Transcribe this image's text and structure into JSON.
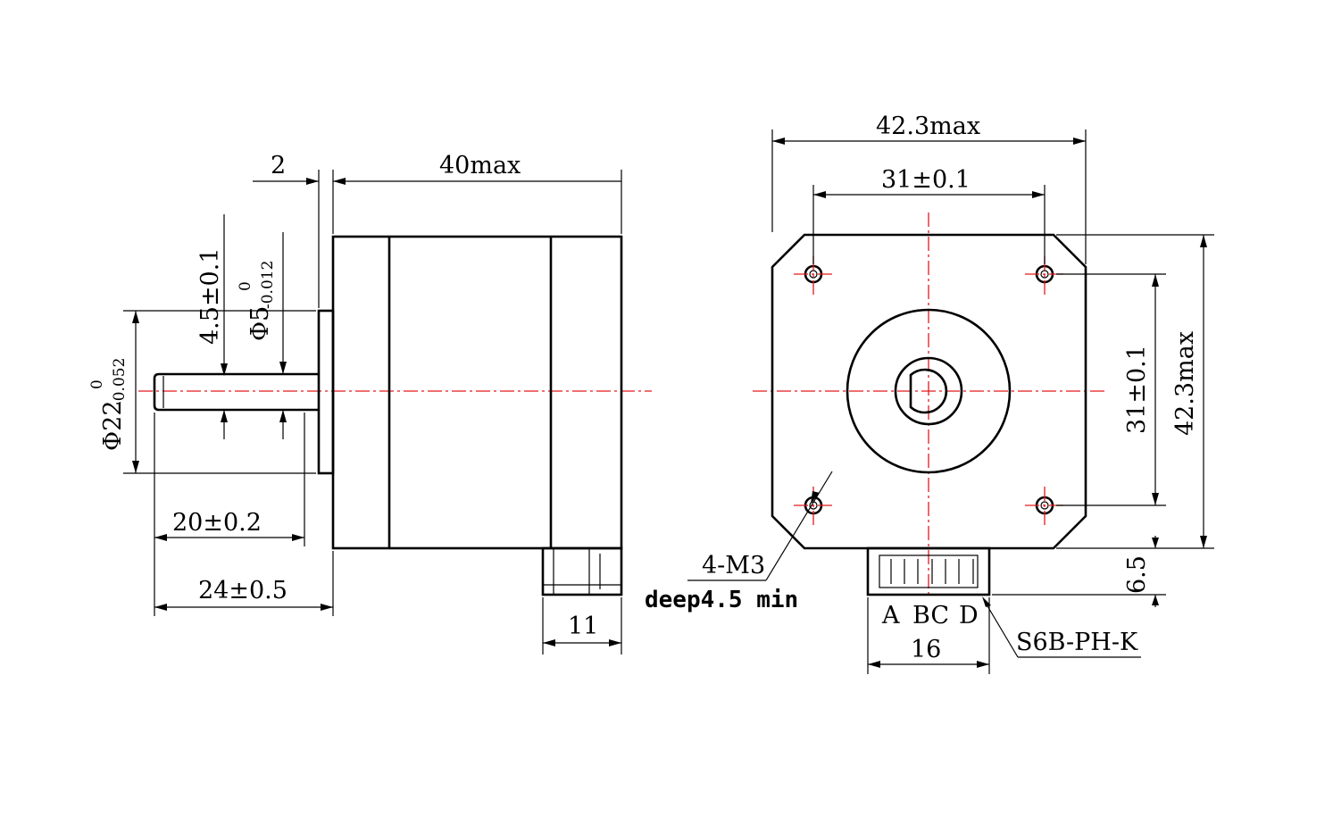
{
  "side_view": {
    "flange_thickness": "2",
    "body_length": "40max",
    "flat_depth": "4.5±0.1",
    "shaft_dia": "Φ5",
    "shaft_dia_upper_tol": "0",
    "shaft_dia_lower_tol": "-0.012",
    "boss_dia": "Φ22",
    "boss_dia_upper_tol": "0",
    "boss_dia_lower_tol": "-0.052",
    "flat_length": "20±0.2",
    "shaft_length": "24±0.5",
    "connector_width": "11"
  },
  "front_view": {
    "overall_width": "42.3max",
    "hole_spacing_h": "31±0.1",
    "hole_spacing_v": "31±0.1",
    "overall_height": "42.3max",
    "connector_height": "6.5",
    "thread_spec": "4-M3",
    "thread_depth": "deep4.5 min",
    "pin_labels": [
      "A",
      "BC",
      "D"
    ],
    "connector_width": "16",
    "connector_part": "S6B-PH-K"
  },
  "colors": {
    "line": "#000000",
    "center_line": "#e31a1c"
  }
}
